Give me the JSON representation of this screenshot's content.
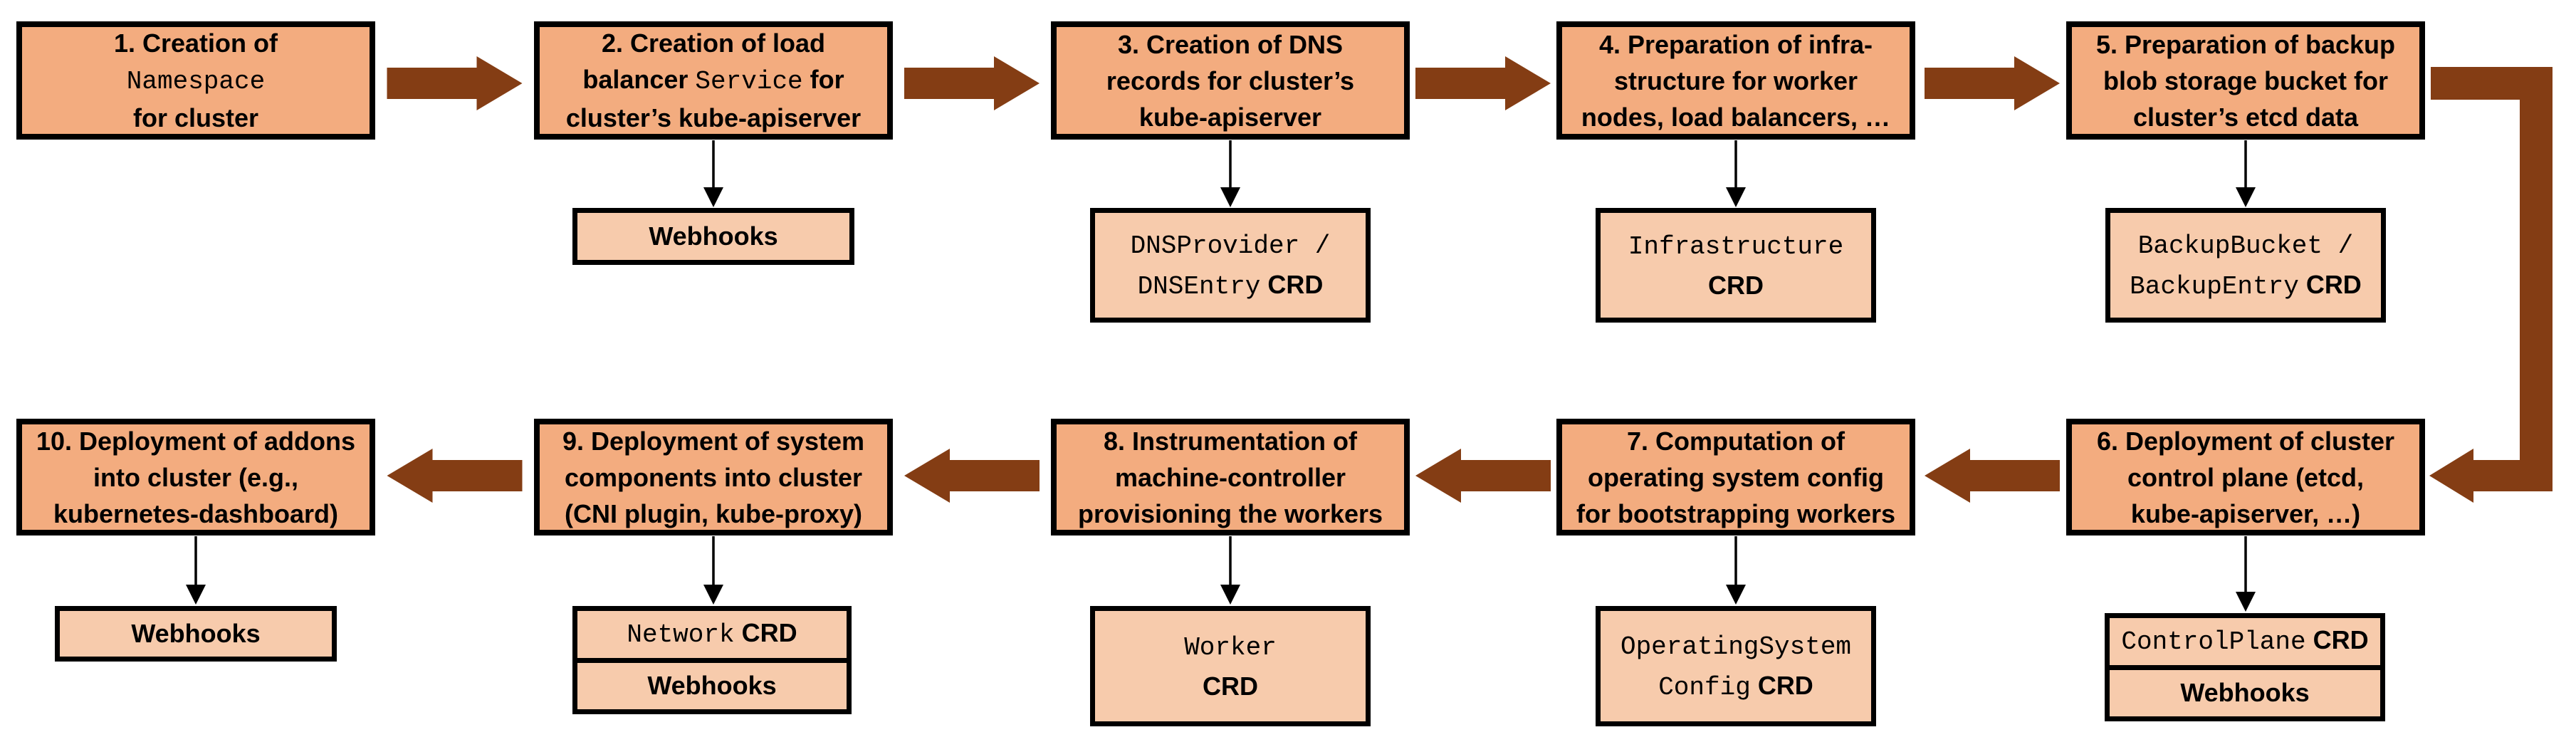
{
  "title": "Cluster creation flow with extension CRDs and webhooks",
  "colors": {
    "background": "#FFFFFF",
    "main_box_fill": "#F3AC7F",
    "sub_box_fill": "#F7CBAC",
    "arrow_brown": "#843D14",
    "border_black": "#000000",
    "text": "#000000"
  },
  "steps": [
    {
      "num": 1,
      "lines": [
        [
          {
            "t": "1. Creation of"
          }
        ],
        [
          {
            "t": "Namespace",
            "code": true
          }
        ],
        [
          {
            "t": "for cluster"
          }
        ]
      ],
      "sub": null
    },
    {
      "num": 2,
      "lines": [
        [
          {
            "t": "2. Creation of load"
          }
        ],
        [
          {
            "t": "balancer "
          },
          {
            "t": "Service",
            "code": true
          },
          {
            "t": " for"
          }
        ],
        [
          {
            "t": "cluster’s kube-apiserver"
          }
        ]
      ],
      "sub": {
        "rows": [
          {
            "lines": [
              [
                {
                  "t": "Webhooks",
                  "bold": true
                }
              ]
            ]
          }
        ]
      }
    },
    {
      "num": 3,
      "lines": [
        [
          {
            "t": "3. Creation of DNS"
          }
        ],
        [
          {
            "t": "records for cluster’s"
          }
        ],
        [
          {
            "t": "kube-apiserver"
          }
        ]
      ],
      "sub": {
        "rows": [
          {
            "lines": [
              [
                {
                  "t": "DNSProvider /",
                  "code": true
                }
              ],
              [
                {
                  "t": "DNSEntry",
                  "code": true
                },
                {
                  "t": " CRD",
                  "bold": true
                }
              ]
            ]
          }
        ]
      }
    },
    {
      "num": 4,
      "lines": [
        [
          {
            "t": "4. Preparation of infra-"
          }
        ],
        [
          {
            "t": "structure for worker"
          }
        ],
        [
          {
            "t": "nodes, load balancers, …"
          }
        ]
      ],
      "sub": {
        "rows": [
          {
            "lines": [
              [
                {
                  "t": "Infrastructure",
                  "code": true
                }
              ],
              [
                {
                  "t": "CRD",
                  "bold": true
                }
              ]
            ]
          }
        ]
      }
    },
    {
      "num": 5,
      "lines": [
        [
          {
            "t": "5. Preparation of backup"
          }
        ],
        [
          {
            "t": "blob storage bucket for"
          }
        ],
        [
          {
            "t": "cluster’s etcd data"
          }
        ]
      ],
      "sub": {
        "rows": [
          {
            "lines": [
              [
                {
                  "t": "BackupBucket /",
                  "code": true
                }
              ],
              [
                {
                  "t": "BackupEntry",
                  "code": true
                },
                {
                  "t": " CRD",
                  "bold": true
                }
              ]
            ]
          }
        ]
      }
    },
    {
      "num": 6,
      "lines": [
        [
          {
            "t": "6. Deployment of cluster"
          }
        ],
        [
          {
            "t": "control plane (etcd,"
          }
        ],
        [
          {
            "t": "kube-apiserver, …)"
          }
        ]
      ],
      "sub": {
        "rows": [
          {
            "lines": [
              [
                {
                  "t": "ControlPlane",
                  "code": true
                },
                {
                  "t": " CRD",
                  "bold": true
                }
              ]
            ]
          },
          {
            "lines": [
              [
                {
                  "t": "Webhooks",
                  "bold": true
                }
              ]
            ]
          }
        ]
      }
    },
    {
      "num": 7,
      "lines": [
        [
          {
            "t": "7. Computation of"
          }
        ],
        [
          {
            "t": "operating system config"
          }
        ],
        [
          {
            "t": "for bootstrapping workers"
          }
        ]
      ],
      "sub": {
        "rows": [
          {
            "lines": [
              [
                {
                  "t": "OperatingSystem",
                  "code": true
                }
              ],
              [
                {
                  "t": "Config",
                  "code": true
                },
                {
                  "t": " CRD",
                  "bold": true
                }
              ]
            ]
          }
        ]
      }
    },
    {
      "num": 8,
      "lines": [
        [
          {
            "t": "8. Instrumentation of"
          }
        ],
        [
          {
            "t": "machine-controller"
          }
        ],
        [
          {
            "t": "provisioning the workers"
          }
        ]
      ],
      "sub": {
        "rows": [
          {
            "lines": [
              [
                {
                  "t": "Worker",
                  "code": true
                }
              ],
              [
                {
                  "t": "CRD",
                  "bold": true
                }
              ]
            ]
          }
        ]
      }
    },
    {
      "num": 9,
      "lines": [
        [
          {
            "t": "9. Deployment of system"
          }
        ],
        [
          {
            "t": "components into cluster"
          }
        ],
        [
          {
            "t": "(CNI plugin, kube-proxy)"
          }
        ]
      ],
      "sub": {
        "rows": [
          {
            "lines": [
              [
                {
                  "t": "Network",
                  "code": true
                },
                {
                  "t": " CRD",
                  "bold": true
                }
              ]
            ]
          },
          {
            "lines": [
              [
                {
                  "t": "Webhooks",
                  "bold": true
                }
              ]
            ]
          }
        ]
      }
    },
    {
      "num": 10,
      "lines": [
        [
          {
            "t": "10. Deployment of addons"
          }
        ],
        [
          {
            "t": "into cluster (e.g.,"
          }
        ],
        [
          {
            "t": "kubernetes-dashboard)"
          }
        ]
      ],
      "sub": {
        "rows": [
          {
            "lines": [
              [
                {
                  "t": "Webhooks",
                  "bold": true
                }
              ]
            ]
          }
        ]
      }
    }
  ]
}
